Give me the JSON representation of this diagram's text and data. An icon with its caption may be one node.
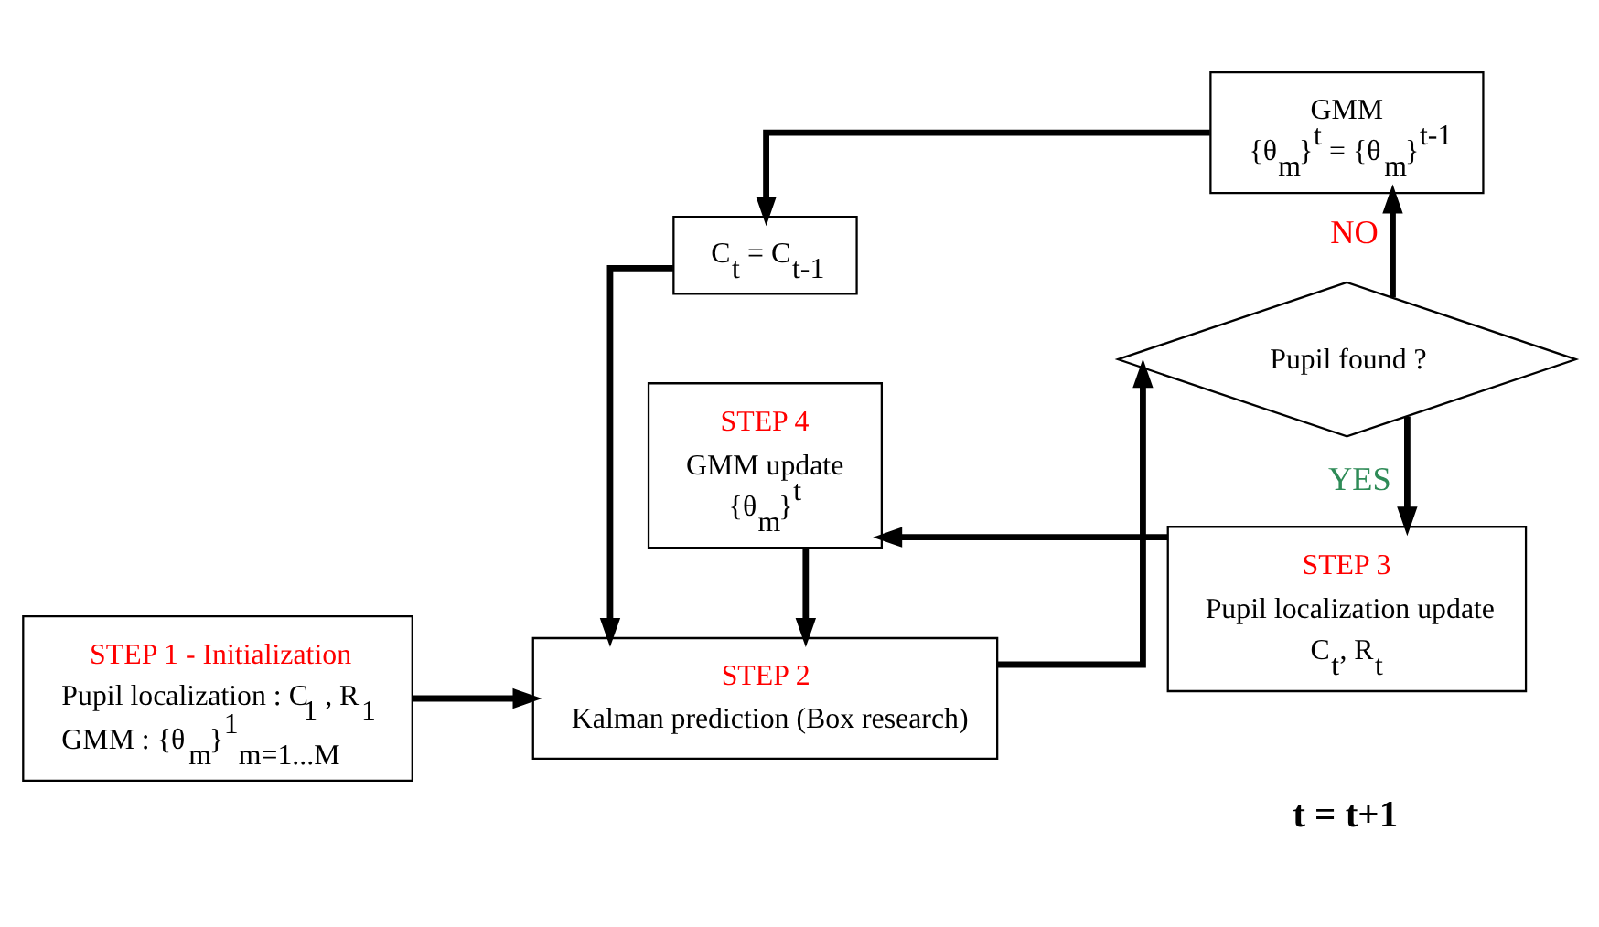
{
  "diagram": {
    "nodes": [
      {
        "text": [
          "STEP 1 - Initialization",
          "Pupil localization : C$_{1}$ , R$_{1}$",
          "GMM : {θ$_{m}$}$^{1}$$_{m=1...M}$"
        ]
      },
      {
        "text": [
          "C$_{t}$ = C$_{t-1}$"
        ]
      },
      {
        "text": [
          "GMM",
          "{θ$_{m}$}$^{t}$ = {θ$_{m}$}$^{t-1}$"
        ]
      },
      {
        "text": [
          "STEP 2",
          "Kalman prediction (Box research)"
        ]
      },
      {
        "text": [
          "Pupil found ?"
        ]
      },
      {
        "text": [
          "STEP 3",
          "Pupil localization update",
          "C$_{t}$, R$_{t}$"
        ]
      },
      {
        "text": [
          "STEP 4",
          "GMM update",
          "{θ$_{m}$}$^{t}$"
        ]
      }
    ],
    "edges": [
      {
        "from": 0,
        "to": 3,
        "arrow": "to"
      },
      {
        "from": 3,
        "to": 4,
        "arrow": "to"
      },
      {
        "from": 4,
        "to": 2,
        "arrow": "to",
        "label": "NO"
      },
      {
        "from": 2,
        "to": 1,
        "arrow": "to"
      },
      {
        "from": 1,
        "to": 3,
        "arrow": "to"
      },
      {
        "from": 4,
        "to": 5,
        "arrow": "to",
        "label": "YES"
      },
      {
        "from": 5,
        "to": 6,
        "arrow": "to"
      },
      {
        "from": 6,
        "to": 3,
        "arrow": "to"
      }
    ],
    "labels": [
      "t = t+1"
    ]
  }
}
